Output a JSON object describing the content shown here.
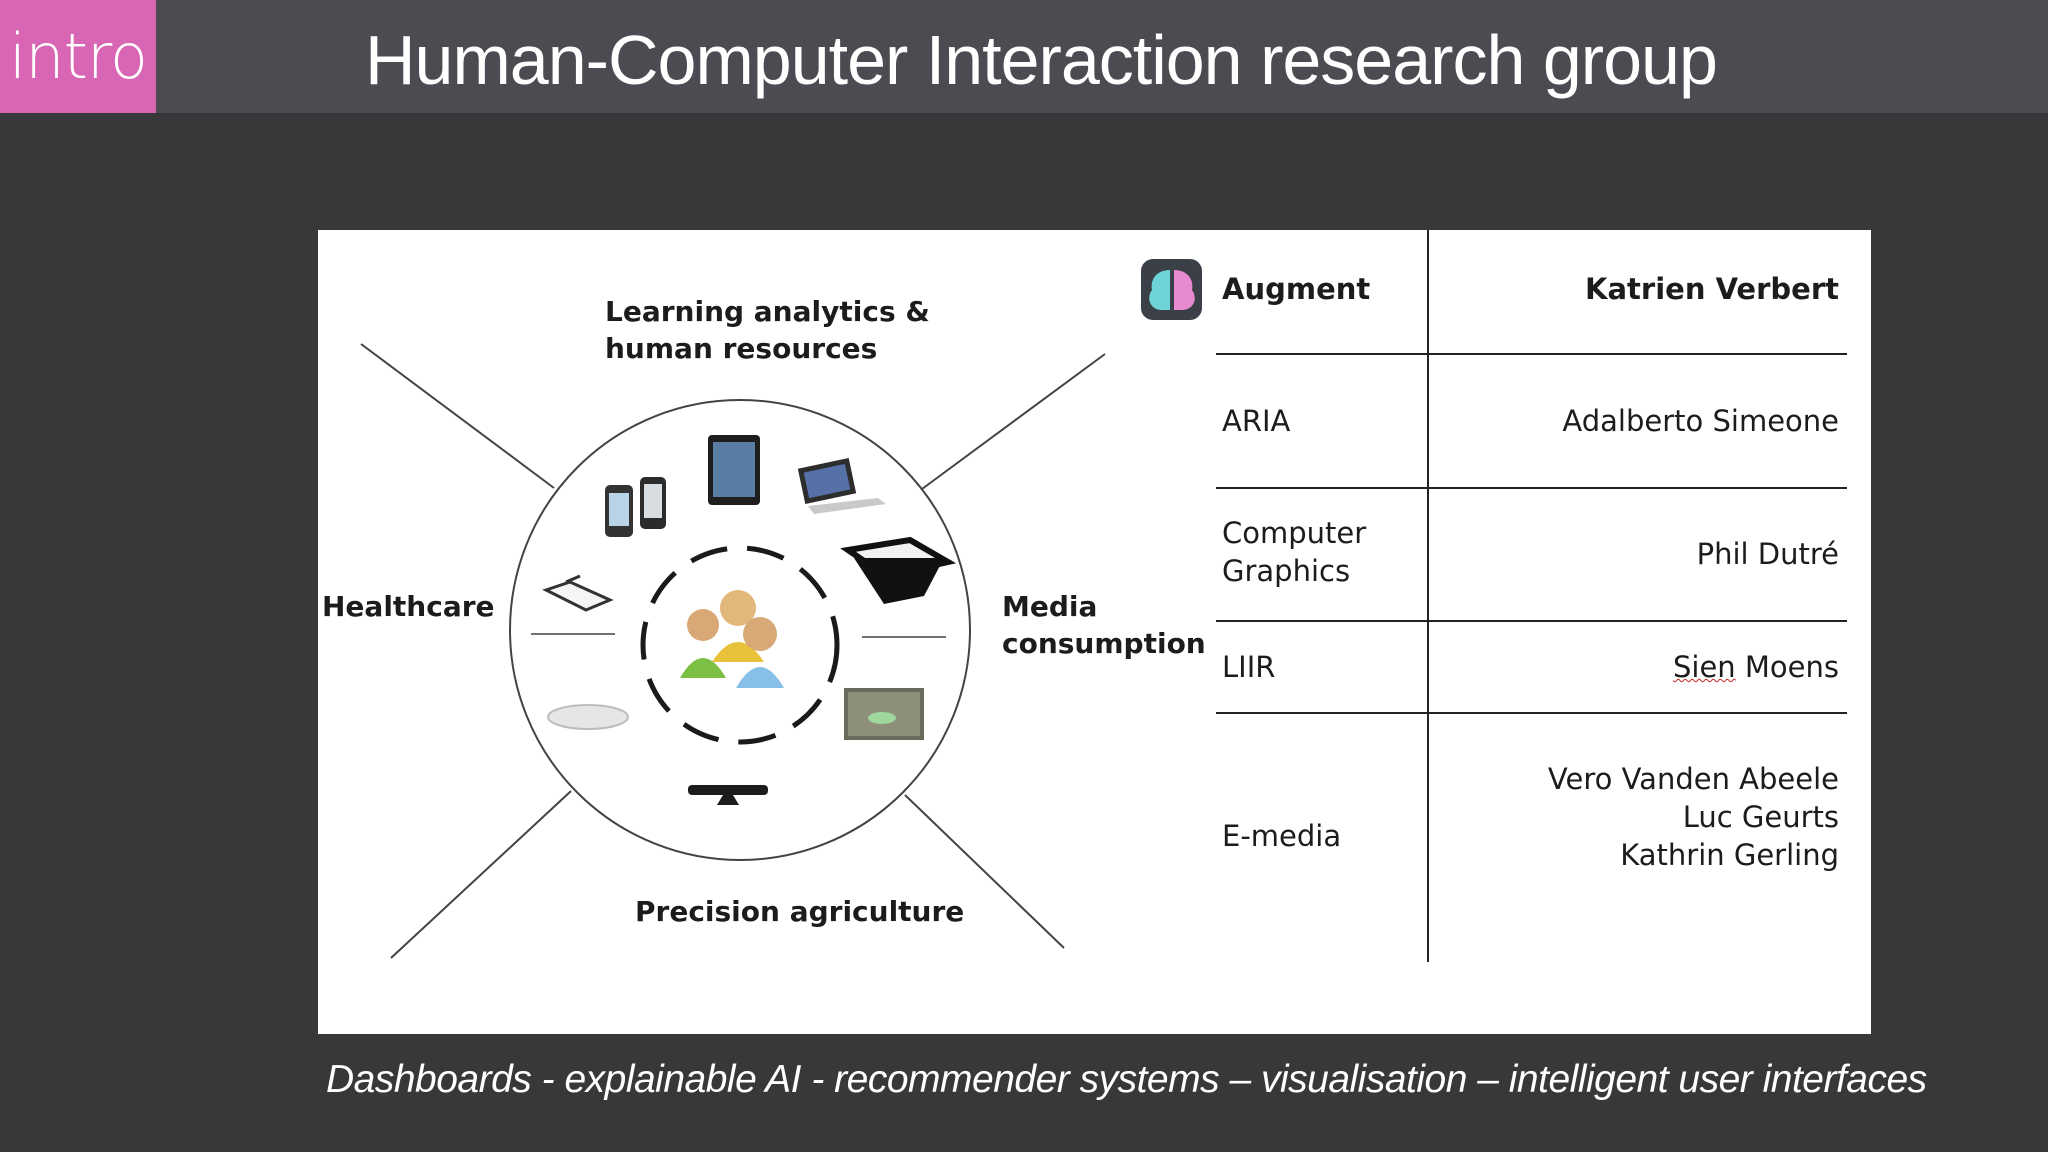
{
  "header": {
    "section_tag": "intro",
    "title": "Human-Computer Interaction research group",
    "tag_color": "#d966b4"
  },
  "diagram": {
    "domains": {
      "top": "Learning analytics & human resources",
      "left": "Healthcare",
      "right": "Media consumption",
      "bottom": "Precision agriculture"
    },
    "center_icon": "people-group-icon",
    "device_icons": [
      "smartphones-icon",
      "tablet-icon",
      "laptop-icon",
      "tabletop-display-icon",
      "gesture-surface-icon",
      "depth-camera-icon",
      "mouse-icon",
      "pen-tablet-icon"
    ]
  },
  "groups_table": {
    "header": {
      "group": "Augment",
      "lead": "Katrien Verbert",
      "logo_icon": "augment-brain-logo"
    },
    "rows": [
      {
        "group": "ARIA",
        "lead": "Adalberto Simeone"
      },
      {
        "group": "Computer\nGraphics",
        "lead": "Phil Dutré"
      },
      {
        "group": "LIIR",
        "lead": "Sien Moens"
      },
      {
        "group": "E-media",
        "leads": [
          "Vero Vanden Abeele",
          "Luc Geurts",
          "Kathrin Gerling"
        ]
      }
    ]
  },
  "footer": {
    "topics": "Dashboards - explainable AI - recommender systems – visualisation – intelligent user interfaces"
  }
}
